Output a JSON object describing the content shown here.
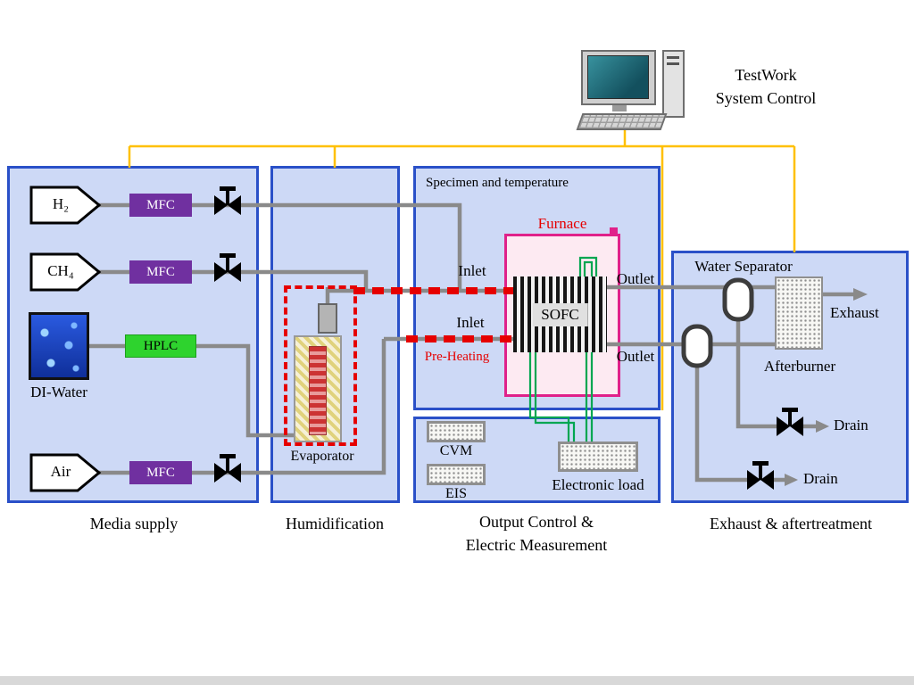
{
  "system_control": {
    "line1": "TestWork",
    "line2": "System Control"
  },
  "media_supply": {
    "label": "Media supply",
    "h2_label": "H₂",
    "ch4_label": "CH₄",
    "air_label": "Air",
    "di_water_label": "DI-Water",
    "mfc_h2": "MFC",
    "mfc_ch4": "MFC",
    "mfc_air": "MFC",
    "hplc": "HPLC"
  },
  "humidification": {
    "label": "Humidification",
    "evaporator": "Evaporator"
  },
  "specimen": {
    "header": "Specimen and temperature",
    "furnace": "Furnace",
    "sofc": "SOFC",
    "inlet_top": "Inlet",
    "inlet_bottom": "Inlet",
    "outlet_top": "Outlet",
    "outlet_bottom": "Outlet",
    "pre_heating": "Pre-Heating"
  },
  "output_control": {
    "label_line1": "Output Control &",
    "label_line2": "Electric Measurement",
    "cvm": "CVM",
    "eis": "EIS",
    "electronic_load": "Electronic load"
  },
  "exhaust": {
    "label": "Exhaust & aftertreatment",
    "water_separator": "Water Separator",
    "afterburner": "Afterburner",
    "exhaust_label": "Exhaust",
    "drain_top": "Drain",
    "drain_bottom": "Drain"
  },
  "colors": {
    "section_fill": "#cdd9f6",
    "section_border": "#2a50c8",
    "pipe_gray": "#8a8a8a",
    "heated_line_red": "#e60000",
    "furnace_border": "#e0218a",
    "furnace_fill": "#fdeaf2",
    "mfc_purple": "#7030a0",
    "hplc_green": "#2ed32e",
    "wire_green": "#00a651",
    "control_line_yellow": "#ffc000",
    "di_water_blue": "#1846c8"
  }
}
